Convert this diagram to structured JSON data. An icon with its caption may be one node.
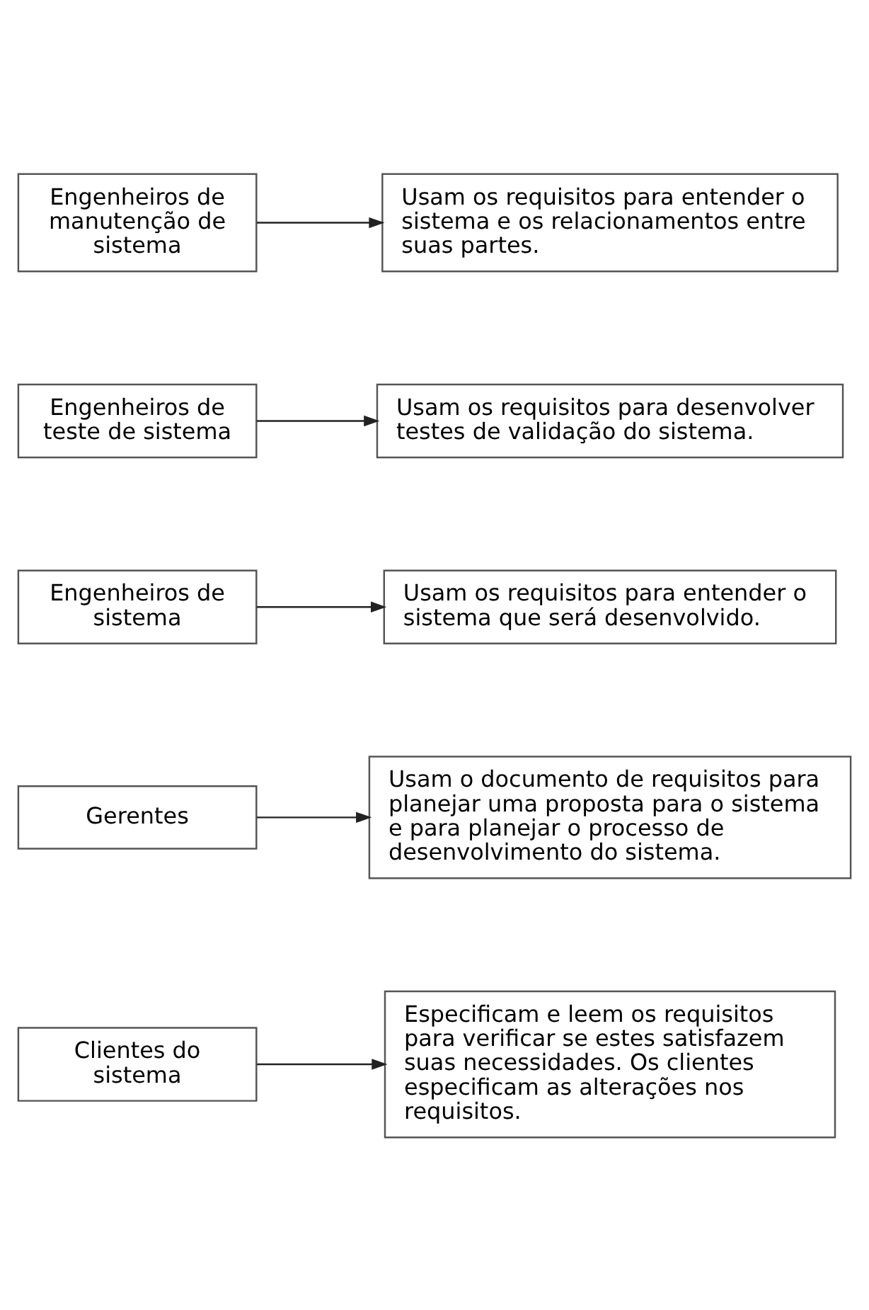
{
  "diagram": {
    "nodes": [
      {
        "text": [
          "Clientes do sistema"
        ]
      },
      {
        "text": [
          "Especificam e leem os requisitos para verificar se estes satisfazem suas necessidades. Os clientes especificam as alterações nos requisitos."
        ]
      },
      {
        "text": [
          "Gerentes"
        ]
      },
      {
        "text": [
          "Usam o documento de requisitos para planejar uma proposta para o sistema e para planejar o processo de desenvolvimento do sistema."
        ]
      },
      {
        "text": [
          "Engenheiros de sistema"
        ]
      },
      {
        "text": [
          "Usam os requisitos para entender o sistema que será desenvolvido."
        ]
      },
      {
        "text": [
          "Engenheiros de teste de sistema"
        ]
      },
      {
        "text": [
          "Usam os requisitos para desenvolver testes de validação do sistema."
        ]
      },
      {
        "text": [
          "Engenheiros de manutenção de sistema"
        ]
      },
      {
        "text": [
          "Usam os requisitos para entender o sistema e os relacionamentos entre suas partes."
        ]
      }
    ],
    "edges": [
      {
        "from": 0,
        "to": 1,
        "arrow": "to"
      },
      {
        "from": 2,
        "to": 3,
        "arrow": "to"
      },
      {
        "from": 4,
        "to": 5,
        "arrow": "to"
      },
      {
        "from": 6,
        "to": 7,
        "arrow": "to"
      },
      {
        "from": 8,
        "to": 9,
        "arrow": "to"
      }
    ]
  }
}
